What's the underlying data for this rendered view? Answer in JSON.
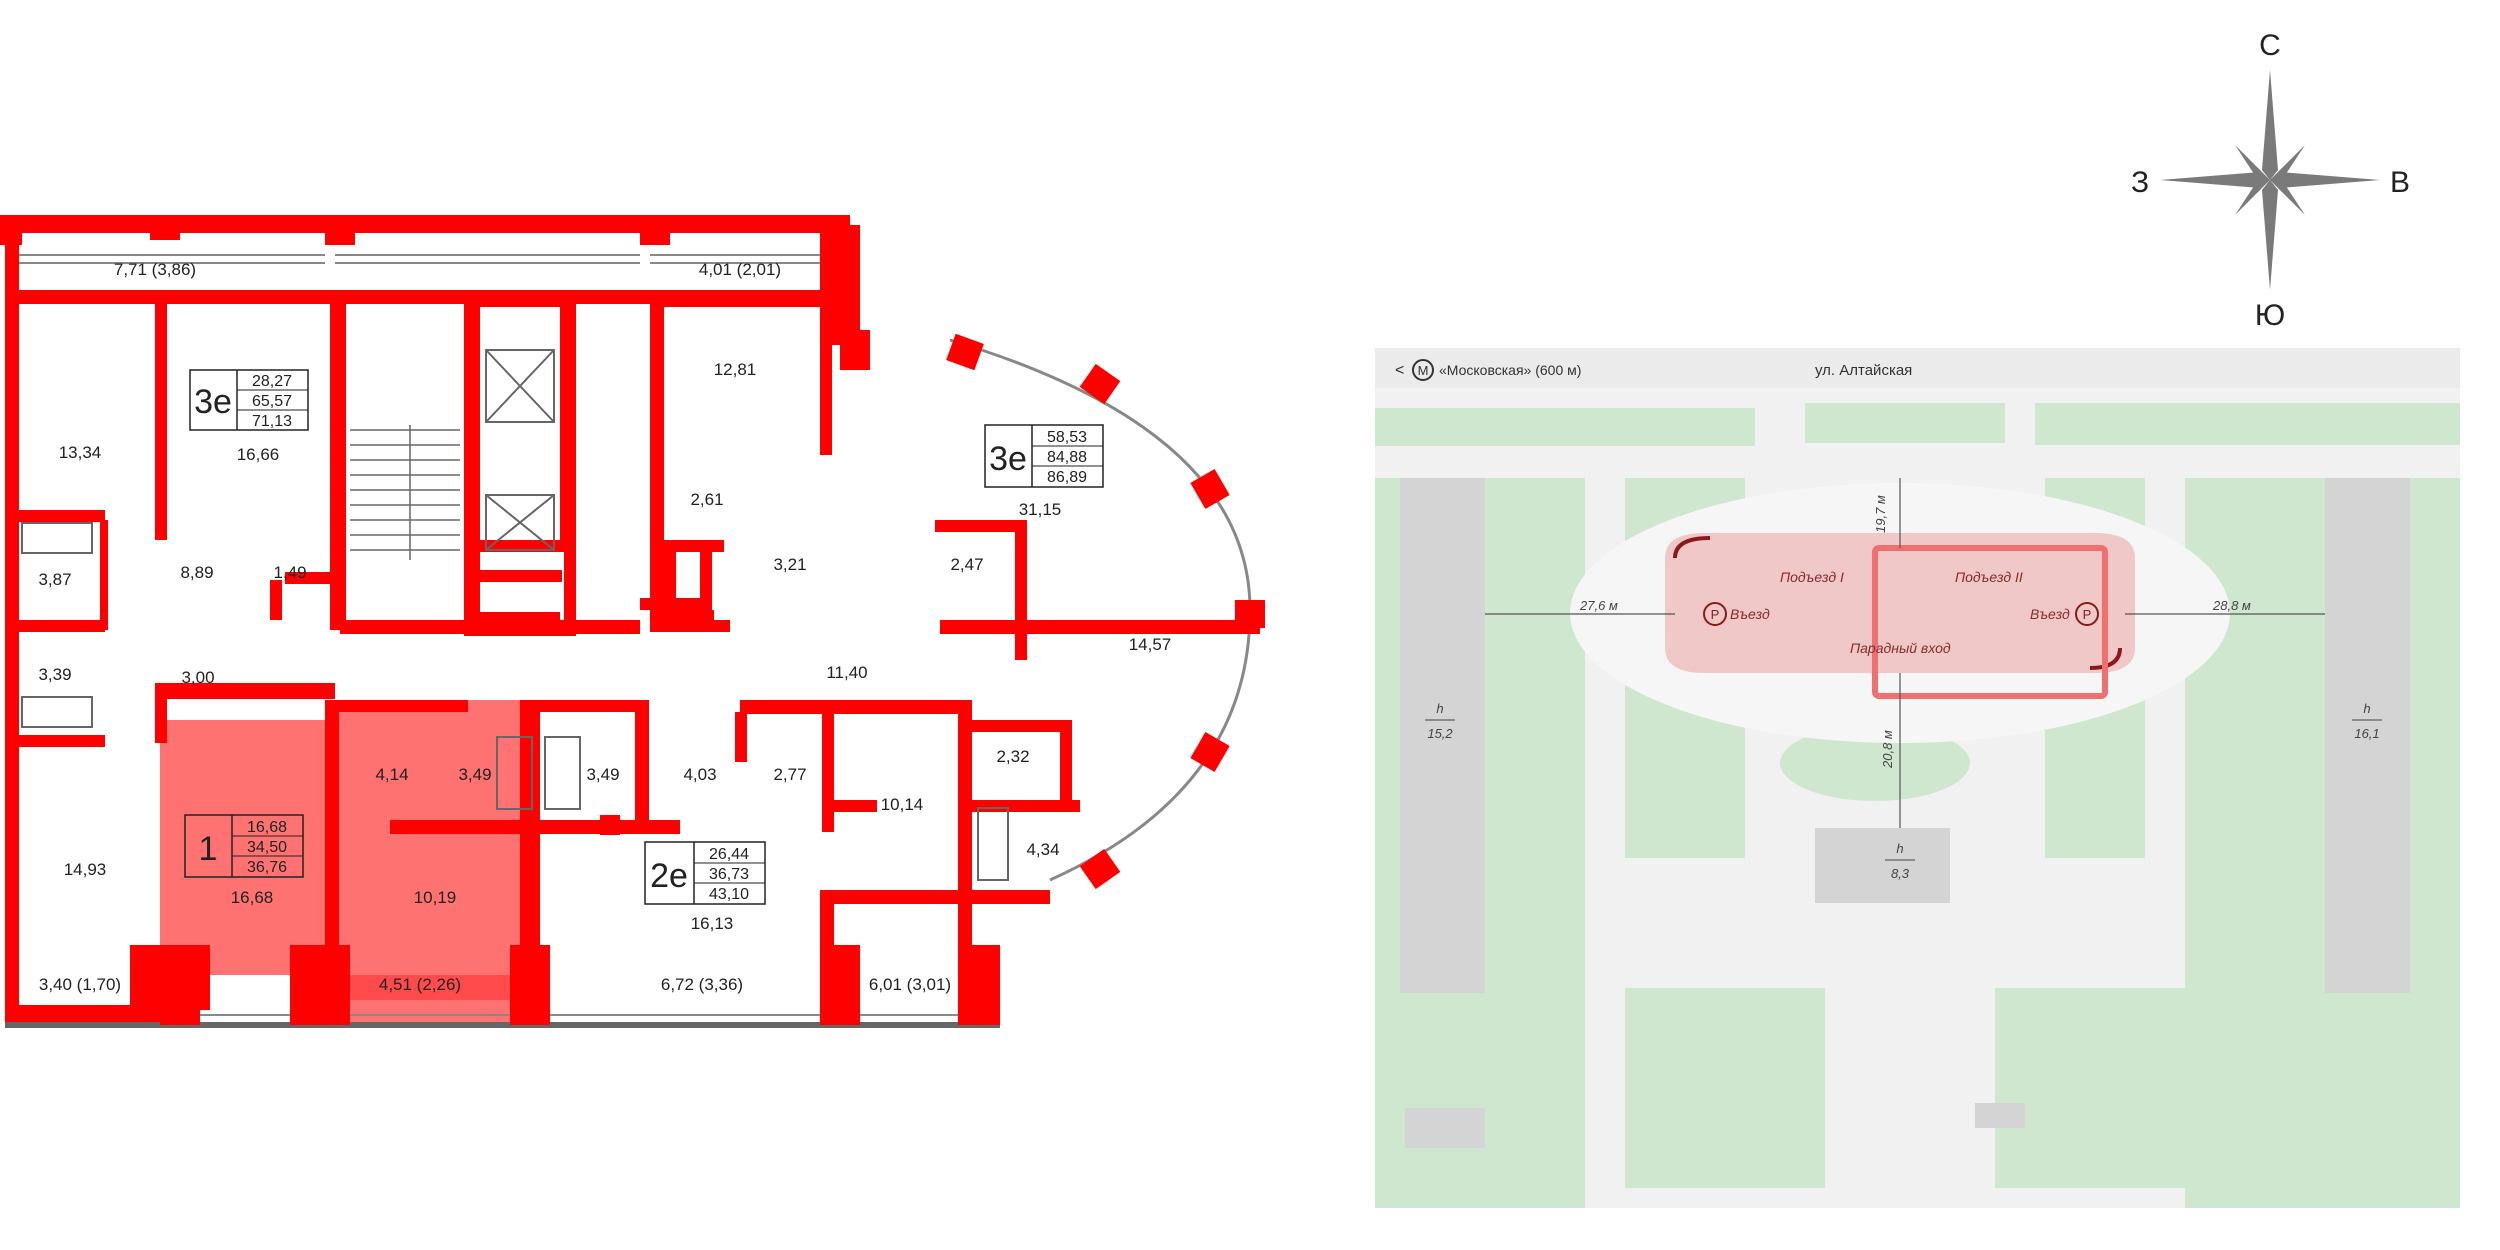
{
  "floor_plan": {
    "units": [
      {
        "type": "3е",
        "areas": [
          "28,27",
          "65,57",
          "71,13"
        ]
      },
      {
        "type": "3е",
        "areas": [
          "58,53",
          "84,88",
          "86,89"
        ]
      },
      {
        "type": "1",
        "areas": [
          "16,68",
          "34,50",
          "36,76"
        ]
      },
      {
        "type": "2е",
        "areas": [
          "26,44",
          "36,73",
          "43,10"
        ]
      }
    ],
    "rooms": [
      "7,71 (3,86)",
      "4,01 (2,01)",
      "13,34",
      "16,66",
      "12,81",
      "31,15",
      "3,87",
      "8,89",
      "1,49",
      "2,61",
      "3,21",
      "2,47",
      "3,39",
      "3,00",
      "11,40",
      "14,57",
      "4,14",
      "3,49",
      "3,49",
      "4,03",
      "2,77",
      "10,14",
      "2,32",
      "14,93",
      "16,68",
      "10,19",
      "16,13",
      "4,34",
      "3,40 (1,70)",
      "4,51 (2,26)",
      "6,72 (3,36)",
      "6,01 (3,01)"
    ],
    "highlight_color": "#ff2a2a",
    "wall_color": "#ff0000"
  },
  "compass": {
    "n": "С",
    "s": "Ю",
    "w": "З",
    "e": "В"
  },
  "site_plan": {
    "back": "<",
    "metro_icon": "M",
    "metro": "«Московская» (600 м)",
    "street": "ул. Алтайская",
    "entrances": [
      "Подъезд I",
      "Подъезд II"
    ],
    "main_entrance": "Парадный вход",
    "parking": "P",
    "entry": "Въезд",
    "distances": [
      "19,7 м",
      "27,6 м",
      "28,8 м",
      "20,8 м"
    ],
    "heights": [
      {
        "h": "h",
        "v": "15,2"
      },
      {
        "h": "h",
        "v": "16,1"
      },
      {
        "h": "h",
        "v": "8,3"
      }
    ],
    "colors": {
      "green": "#cfe6cf",
      "building": "#e6e6e6",
      "highlight": "#f07070"
    }
  }
}
